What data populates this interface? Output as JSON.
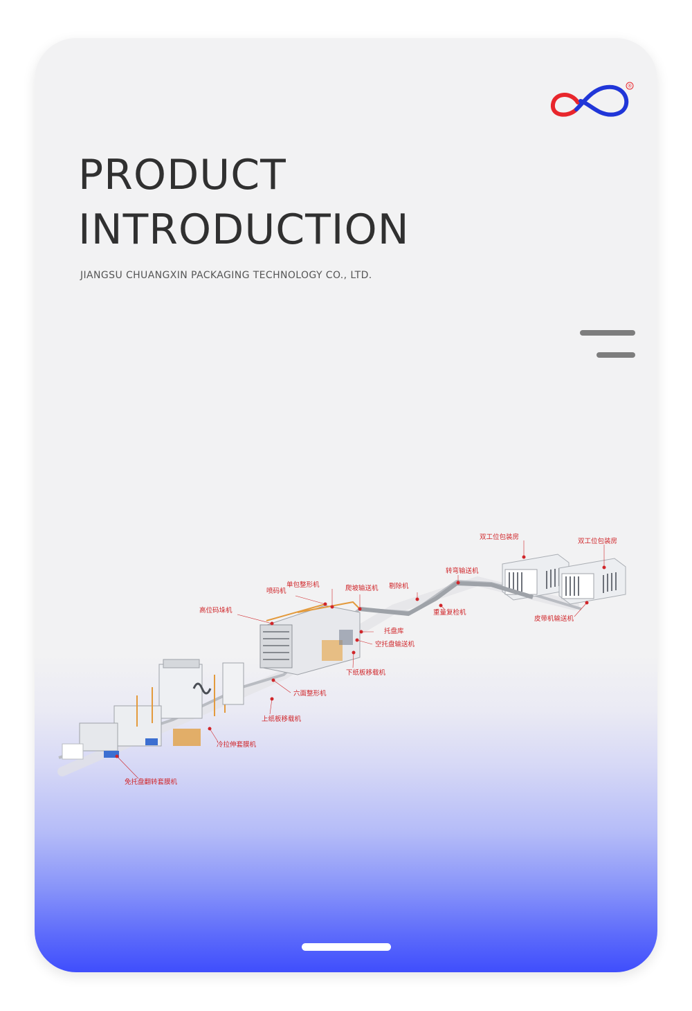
{
  "header": {
    "title_line1": "PRODUCT",
    "title_line2": "INTRODUCTION",
    "company": "JIANGSU CHUANGXIN PACKAGING TECHNOLOGY CO., LTD.",
    "logo": {
      "icon": "infinity-logo-icon",
      "mark": "®"
    }
  },
  "menu": {
    "icon": "menu-icon"
  },
  "diagram": {
    "labels": {
      "dual_packing_room_1": "双工位包装房",
      "dual_packing_room_2": "双工位包装房",
      "turn_conveyor": "转弯输送机",
      "rejector": "剔除机",
      "incline_conveyor": "爬坡输送机",
      "single_bag_shaper": "单包整形机",
      "inkjet_printer": "喷码机",
      "high_palletizer": "高位码垛机",
      "check_weigher": "重量复检机",
      "belt_conveyor": "皮带机输送机",
      "pallet_magazine": "托盘库",
      "empty_pallet_conveyor": "空托盘输送机",
      "lower_paper_transfer": "下纸板移载机",
      "six_side_shaper": "六面整形机",
      "upper_paper_transfer": "上纸板移载机",
      "stretch_hood_wrapper": "冷拉伸套膜机",
      "palletless_flip_wrapper": "免托盘翻转套膜机"
    }
  },
  "colors": {
    "label_red": "#d0262a",
    "logo_red": "#e8262c",
    "logo_blue": "#2036d8",
    "gradient_bottom": "#3f4efc"
  }
}
